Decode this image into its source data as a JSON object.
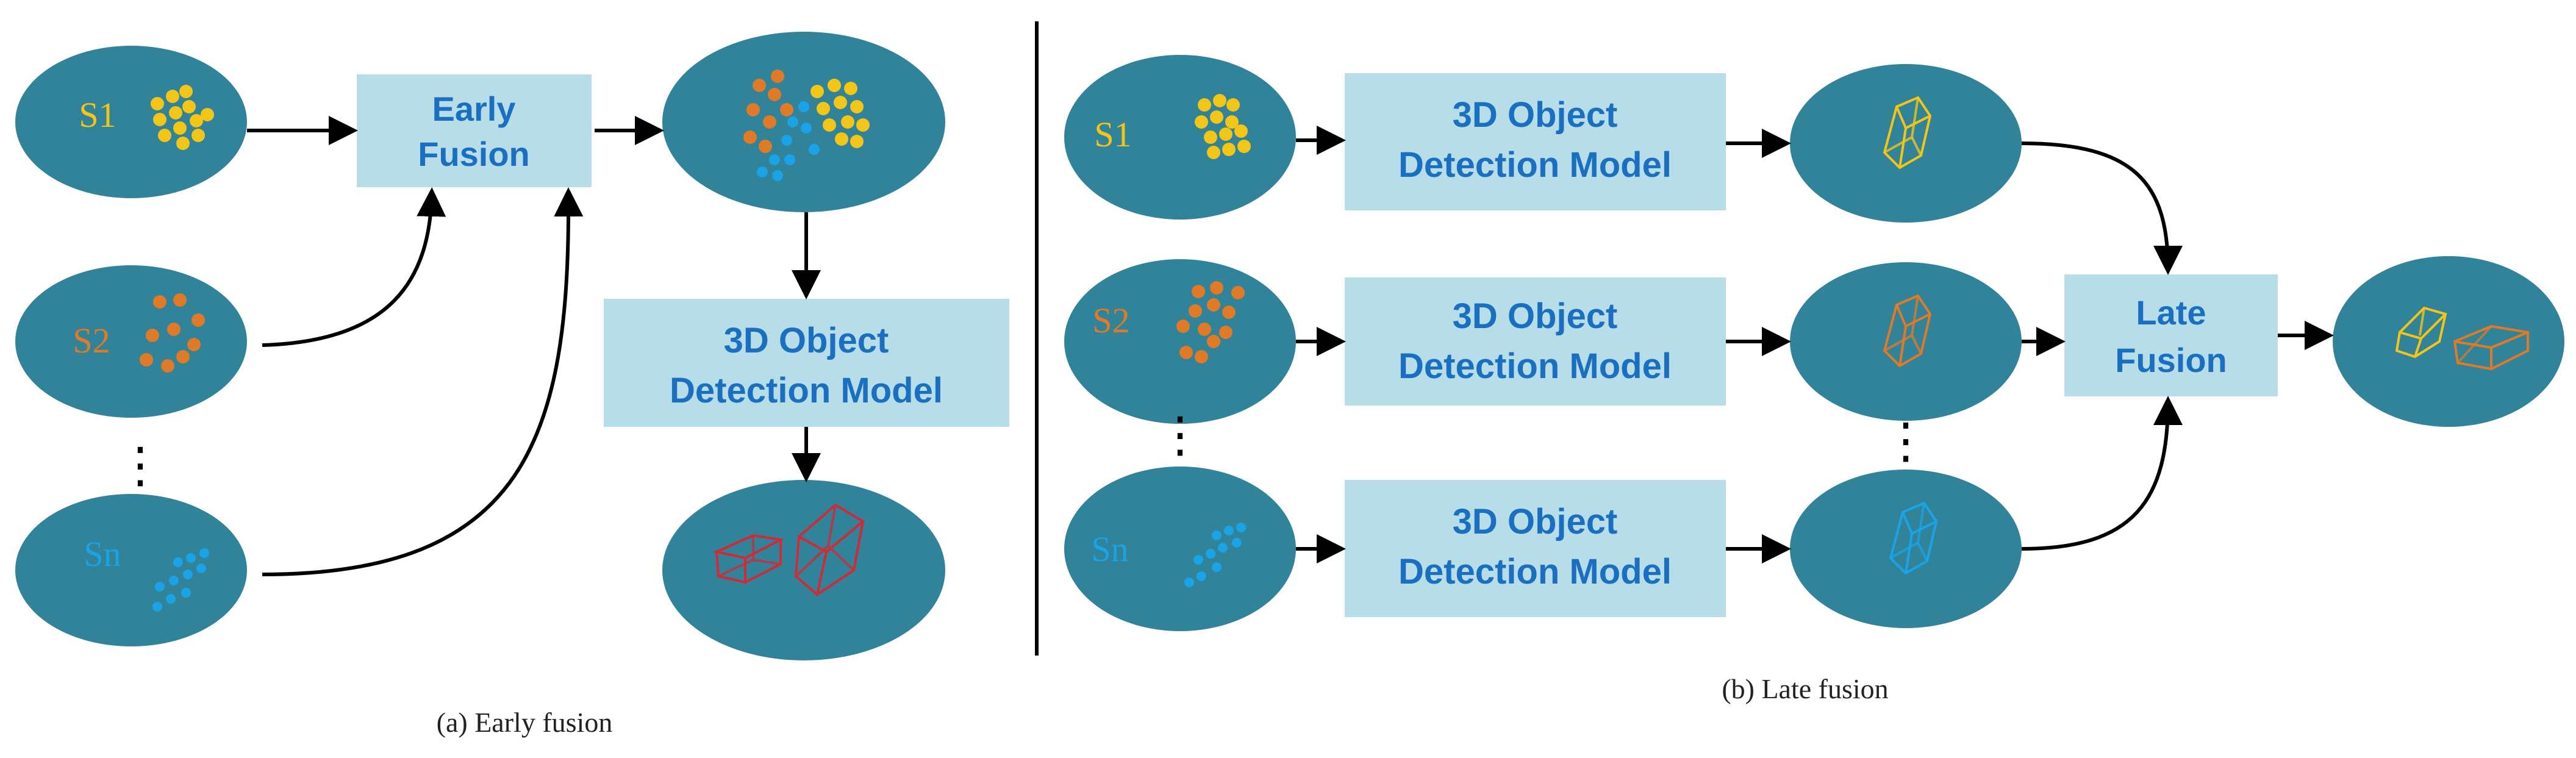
{
  "colors": {
    "ellipse": "#31839a",
    "box_fill": "#b7dde9",
    "box_text": "#1a6fc0",
    "s1": "#f2c516",
    "s2": "#e07a26",
    "sn": "#1aa3e6",
    "detect_early": "#d02a36",
    "arrow": "#000000"
  },
  "early_fusion": {
    "sensors": [
      {
        "label": "S1",
        "color_key": "s1",
        "icon": "point-cloud-dots-icon"
      },
      {
        "label": "S2",
        "color_key": "s2",
        "icon": "point-cloud-dots-icon"
      },
      {
        "label": "Sn",
        "color_key": "sn",
        "icon": "point-cloud-dots-icon"
      }
    ],
    "fusion_box": [
      "Early",
      "Fusion"
    ],
    "model_box": [
      "3D Object",
      "Detection Model"
    ],
    "fused_icon": "fused-point-cloud-icon",
    "output_icon": "3d-bounding-box-icon",
    "caption": "(a) Early fusion"
  },
  "late_fusion": {
    "sensors": [
      {
        "label": "S1",
        "color_key": "s1",
        "icon": "point-cloud-dots-icon"
      },
      {
        "label": "S2",
        "color_key": "s2",
        "icon": "point-cloud-dots-icon"
      },
      {
        "label": "Sn",
        "color_key": "sn",
        "icon": "point-cloud-dots-icon"
      }
    ],
    "model_boxes": [
      [
        "3D Object",
        "Detection Model"
      ],
      [
        "3D Object",
        "Detection Model"
      ],
      [
        "3D Object",
        "Detection Model"
      ]
    ],
    "fusion_box": [
      "Late",
      "Fusion"
    ],
    "output_icon": "3d-bounding-box-icon",
    "caption": "(b) Late fusion"
  },
  "ellipsis": "⋮"
}
